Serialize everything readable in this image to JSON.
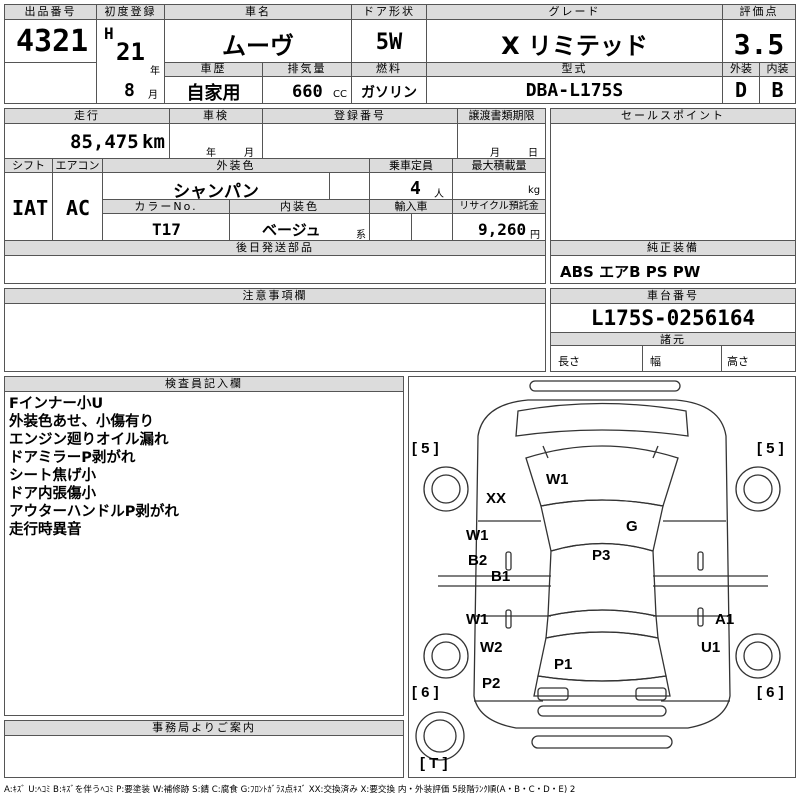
{
  "headers": {
    "lot_no": "出品番号",
    "first_reg": "初度登録",
    "car_name": "車名",
    "door": "ドア形状",
    "grade": "グレード",
    "score": "評価点",
    "history": "車歴",
    "displacement": "排気量",
    "fuel": "燃料",
    "model": "型式",
    "exterior": "外装",
    "interior": "内装",
    "mileage": "走行",
    "inspection": "車検",
    "reg_no": "登録番号",
    "transfer_deadline": "譲渡書類期限",
    "sales_point": "セールスポイント",
    "shift": "シフト",
    "ac": "エアコン",
    "color": "外装色",
    "capacity": "乗車定員",
    "max_load": "最大積載量",
    "color_no": "カラーNo.",
    "int_color": "内装色",
    "import": "輸入車",
    "recycle": "リサイクル預託金",
    "later_parts": "後日発送部品",
    "genuine": "純正装備",
    "notes_head": "注意事項欄",
    "chassis": "車台番号",
    "specs": "諸元",
    "inspector": "検査員記入欄",
    "office": "事務局よりご案内"
  },
  "vehicle": {
    "lot_no": "4321",
    "era": "H",
    "year": "21",
    "year_unit": "年",
    "month": "8",
    "month_unit": "月",
    "car_name": "ムーヴ",
    "door": "5W",
    "grade": "X リミテッド",
    "score": "3.5",
    "history": "自家用",
    "displacement": "660",
    "cc_unit": "CC",
    "fuel": "ガソリン",
    "model": "DBA-L175S",
    "exterior_grade": "D",
    "interior_grade": "B",
    "mileage": "85,475",
    "km_unit": "km",
    "insp_year_unit": "年",
    "insp_month_unit": "月",
    "deadline_month_unit": "月",
    "deadline_day_unit": "日",
    "shift": "IAT",
    "ac": "AC",
    "color": "シャンパン",
    "capacity": "4",
    "capacity_unit": "人",
    "load_unit": "kg",
    "color_no": "T17",
    "int_color": "ベージュ",
    "int_color_unit": "系",
    "recycle": "9,260",
    "recycle_unit": "円",
    "genuine": "ABS エアB PS PW",
    "chassis": "L175S-0256164",
    "length_label": "長さ",
    "width_label": "幅",
    "height_label": "高さ"
  },
  "inspector_notes": [
    "Fインナー小U",
    "外装色あせ、小傷有り",
    "エンジン廻りオイル漏れ",
    "ドアミラーP剥がれ",
    "シート焦げ小",
    "ドア内張傷小",
    "アウターハンドルP剥がれ",
    "走行時異音"
  ],
  "diagram": {
    "left_top": "[ 5 ]",
    "right_top": "[ 5 ]",
    "left_bottom": "[ 6 ]",
    "right_bottom": "[ 6 ]",
    "trunk": "[ T ]",
    "marks": {
      "roof": "W1",
      "hood": "XX",
      "front_right_door": "G",
      "left_front_door": "W1",
      "left_front_door_b2": "B2",
      "left_b_pillar": "B1",
      "roof_center": "P3",
      "left_rear_door": "W1",
      "right_rear_door": "A1",
      "left_rear_fender": "W2",
      "right_rear_fender": "U1",
      "trunk": "P1",
      "rear_bumper_left": "P2"
    }
  },
  "legend": "A:ｷｽﾞ U:ﾍｺﾐ B:ｷｽﾞを伴うﾍｺﾐ P:要塗装 W:補修跡 S:錆 C:腐食 G:ﾌﾛﾝﾄｶﾞﾗｽ点ｷｽﾞ XX:交換済み X:要交換 内・外装評価 5段階ﾗﾝｸ順(A・B・C・D・E) 2"
}
